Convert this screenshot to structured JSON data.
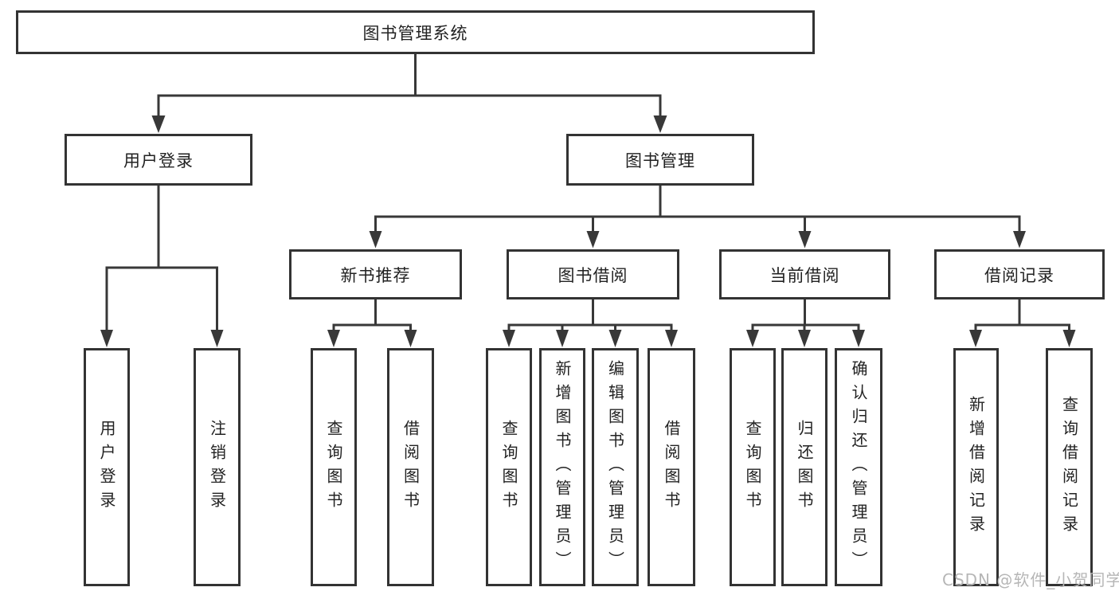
{
  "tree": {
    "root": "图书管理系统",
    "level2": [
      {
        "label": "用户登录"
      },
      {
        "label": "图书管理"
      }
    ],
    "level3": [
      {
        "label": "新书推荐"
      },
      {
        "label": "图书借阅"
      },
      {
        "label": "当前借阅"
      },
      {
        "label": "借阅记录"
      }
    ],
    "leaves": {
      "user_login": [
        "用户登录",
        "注销登录"
      ],
      "new_books": [
        "查询图书",
        "借阅图书"
      ],
      "book_borrow": [
        "查询图书",
        "新增图书（管理员）",
        "编辑图书（管理员）",
        "借阅图书"
      ],
      "current_borrow": [
        "查询图书",
        "归还图书",
        "确认归还（管理员）"
      ],
      "borrow_records": [
        "新增借阅记录",
        "查询借阅记录"
      ]
    }
  },
  "watermark": {
    "text": "CSDN @软件_小贺同学"
  },
  "colors": {
    "line": "#383838",
    "border": "#333333",
    "text": "#222222",
    "watermark": "#b6b6b6",
    "background": "#ffffff"
  }
}
